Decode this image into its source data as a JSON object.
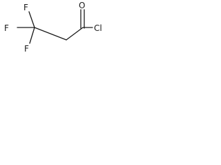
{
  "molecule": {
    "atoms": {
      "f_top": "F",
      "f_left": "F",
      "f_bottom": "F",
      "oxygen": "O",
      "chlorine": "Cl"
    }
  }
}
